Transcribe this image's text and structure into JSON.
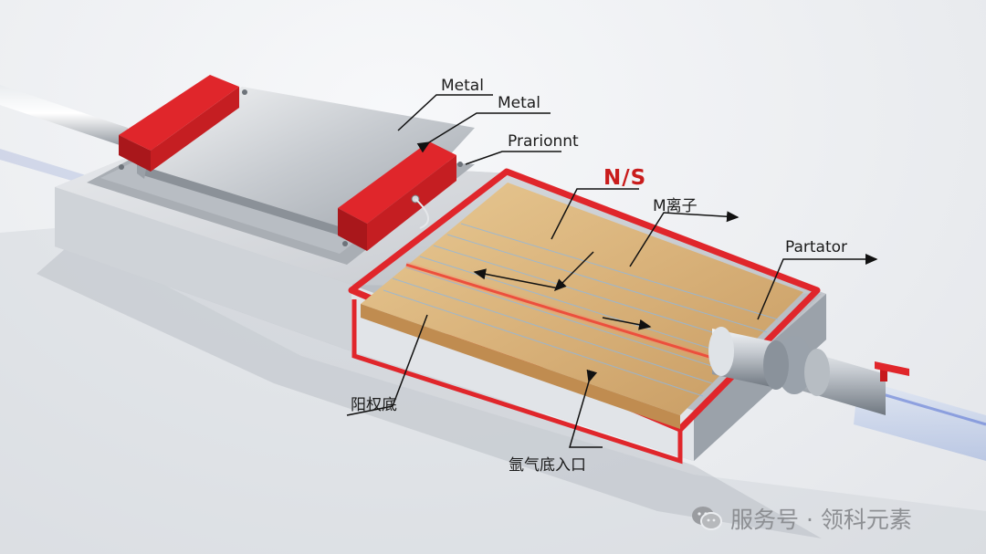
{
  "labels": {
    "metal_1": "Metal",
    "metal_2": "Metal",
    "prarionnt": "Prarionnt",
    "ns": "N/S",
    "m_ion": "M离子",
    "partator": "Partator",
    "anode_base": "阳权底",
    "argon_inlet": "氩气底入口"
  },
  "watermark": {
    "text": "服务号 · 领科元素",
    "icon": "wechat-icon"
  },
  "colors": {
    "accent_red": "#e0262b",
    "metal": "#c3c7cc",
    "substrate": "#d9b47a",
    "background": "#eceef1"
  }
}
